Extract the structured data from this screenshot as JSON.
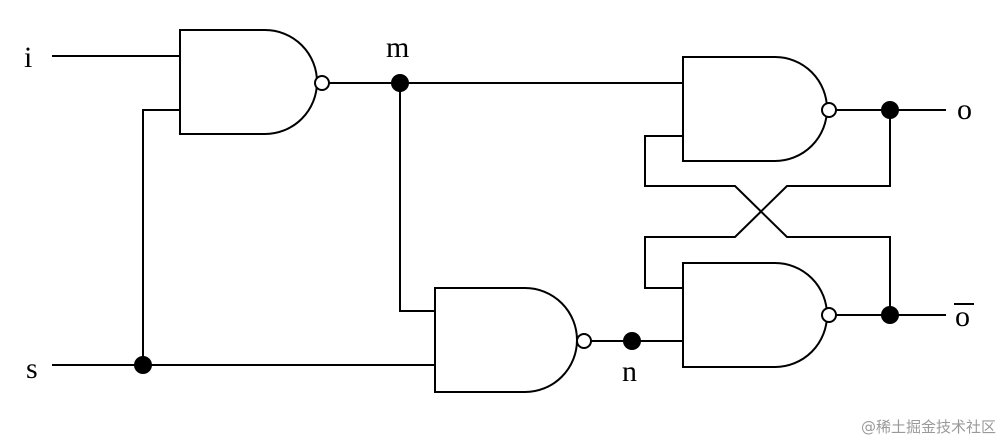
{
  "labels": {
    "input_i": "i",
    "input_s": "s",
    "node_m": "m",
    "node_n": "n",
    "output_o": "o",
    "output_o_bar": "o"
  },
  "watermark": "@稀土掘金技术社区",
  "colors": {
    "line": "#000000",
    "background": "#ffffff",
    "watermark": "#9a9a9a"
  }
}
